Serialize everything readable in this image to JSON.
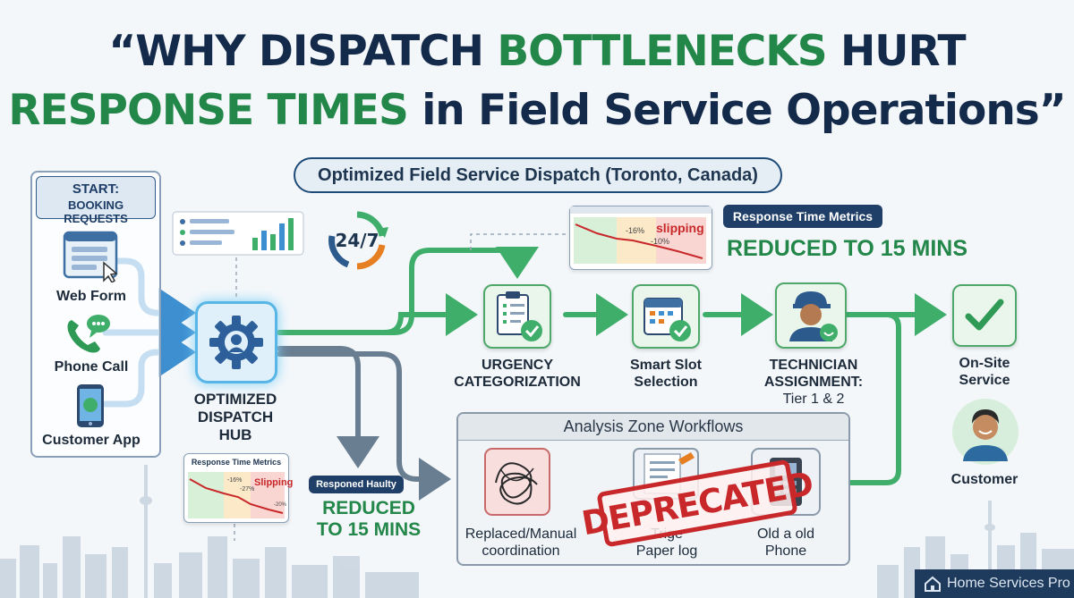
{
  "title": {
    "line1_part1": "“WHY DISPATCH ",
    "line1_green": "BOTTLENECKS",
    "line1_part2": " HURT",
    "line2_green": "RESPONSE TIMES",
    "line2_part2": " in Field Service Operations”"
  },
  "banner": "Optimized Field Service Dispatch (Toronto, Canada)",
  "start_panel": {
    "heading_line1": "START:",
    "heading_line2": "BOOKING REQUESTS",
    "items": [
      {
        "label": "Web Form",
        "icon": "web-form-icon"
      },
      {
        "label": "Phone Call",
        "icon": "phone-icon"
      },
      {
        "label": "Customer App",
        "icon": "mobile-app-icon"
      }
    ]
  },
  "hub": {
    "line1": "OPTIMIZED",
    "line2": "DISPATCH",
    "line3": "HUB",
    "icon": "gear-icon"
  },
  "clock_badge": {
    "text": "24/7",
    "icon": "clock-cycle-icon"
  },
  "steps": [
    {
      "line1": "URGENCY",
      "line2": "CATEGORIZATION",
      "icon": "clipboard-check-icon"
    },
    {
      "line1": "Smart Slot",
      "line2": "Selection",
      "icon": "calendar-check-icon"
    },
    {
      "line1": "TECHNICIAN",
      "line2": "ASSIGNMENT:",
      "line3": "Tier 1 & 2",
      "icon": "technician-icon"
    },
    {
      "line1": "On-Site",
      "line2": "Service",
      "icon": "checkmark-icon"
    }
  ],
  "customer": {
    "label": "Customer",
    "icon": "customer-icon"
  },
  "top_metrics": {
    "chart_labels": [
      "-16%",
      "slipping",
      "-10%"
    ],
    "pill": "Response Time Metrics",
    "result": "REDUCED TO 15 MINS"
  },
  "bottom_metrics": {
    "card_title": "Response Time Metrics",
    "chart_labels": [
      "-16%",
      "-27%",
      "Slipping",
      "-20%"
    ],
    "pill": "Responed Haulty",
    "result_line1": "REDUCED",
    "result_line2": "TO 15 MINS"
  },
  "analysis_zone": {
    "heading": "Analysis Zone Workflows",
    "items": [
      {
        "line1": "Replaced/Manual",
        "line2": "coordination",
        "icon": "tangled-lines-icon"
      },
      {
        "line1": "Trige",
        "line2": "Paper log",
        "icon": "paper-log-icon"
      },
      {
        "line1": "Old a old",
        "line2": "Phone",
        "icon": "old-phone-icon"
      }
    ],
    "stamp": "DEPRECATED"
  },
  "watermark": "Home Services Pro",
  "colors": {
    "navy": "#142a4a",
    "green": "#23874a",
    "flow_green": "#3fae6a",
    "flow_blue": "#3d8fd0",
    "flow_gray": "#6a7e92",
    "stamp_red": "#c8282a"
  }
}
